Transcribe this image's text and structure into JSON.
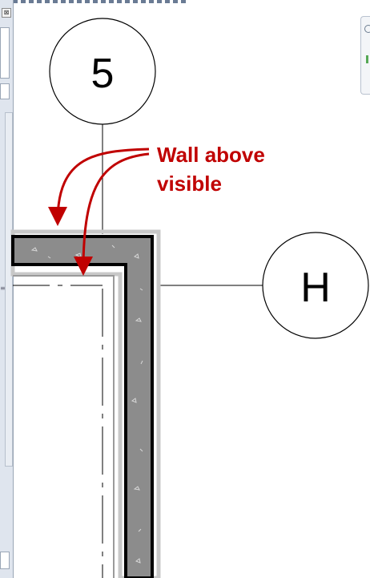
{
  "grid_bubbles": {
    "vertical": {
      "label": "5"
    },
    "horizontal": {
      "label": "H"
    }
  },
  "annotation": {
    "line1": "Wall above",
    "line2": "visible",
    "color": "#c00000"
  },
  "panel": {
    "close_glyph": "⊠",
    "grip_glyph": "≡"
  },
  "colors": {
    "wall_fill": "#8c8c8c",
    "wall_outline": "#000000",
    "grid_line": "#000000"
  }
}
